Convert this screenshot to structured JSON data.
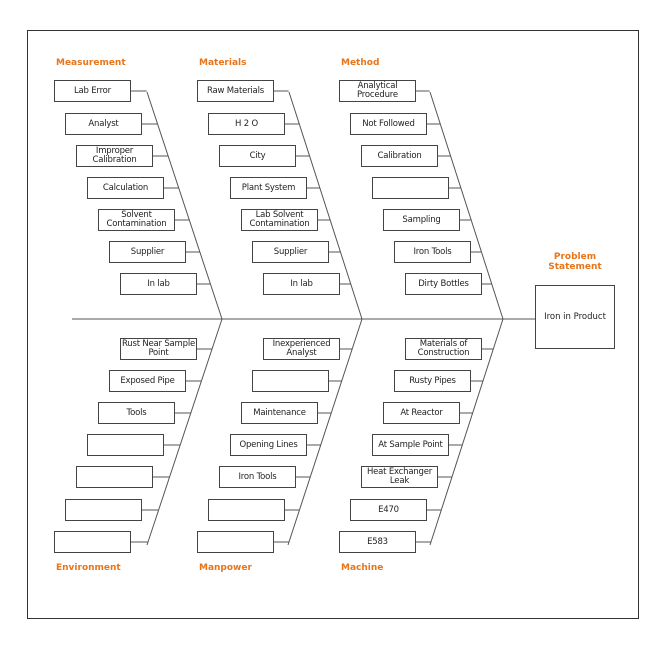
{
  "problem": {
    "label": "Problem Statement",
    "value": "Iron in Product"
  },
  "categories": [
    {
      "name": "Measurement",
      "position": "top",
      "items": [
        "Lab Error",
        "Analyst",
        "Improper Calibration",
        "Calculation",
        "Solvent Contamination",
        "Supplier",
        "In lab"
      ]
    },
    {
      "name": "Materials",
      "position": "top",
      "items": [
        "Raw Materials",
        "H 2 O",
        "City",
        "Plant System",
        "Lab Solvent Contamination",
        "Supplier",
        "In lab"
      ]
    },
    {
      "name": "Method",
      "position": "top",
      "items": [
        "Analytical Procedure",
        "Not Followed",
        "Calibration",
        "",
        "Sampling",
        "Iron Tools",
        "Dirty Bottles"
      ]
    },
    {
      "name": "Environment",
      "position": "bottom",
      "items": [
        "Rust Near Sample Point",
        "Exposed Pipe",
        "Tools",
        "",
        "",
        "",
        ""
      ]
    },
    {
      "name": "Manpower",
      "position": "bottom",
      "items": [
        "Inexperienced Analyst",
        "",
        "Maintenance",
        "Opening Lines",
        "Iron Tools",
        "",
        ""
      ]
    },
    {
      "name": "Machine",
      "position": "bottom",
      "items": [
        "Materials of Construction",
        "Rusty Pipes",
        "At Reactor",
        "At Sample Point",
        "Heat Exchanger Leak",
        "E470",
        "E583"
      ]
    }
  ]
}
